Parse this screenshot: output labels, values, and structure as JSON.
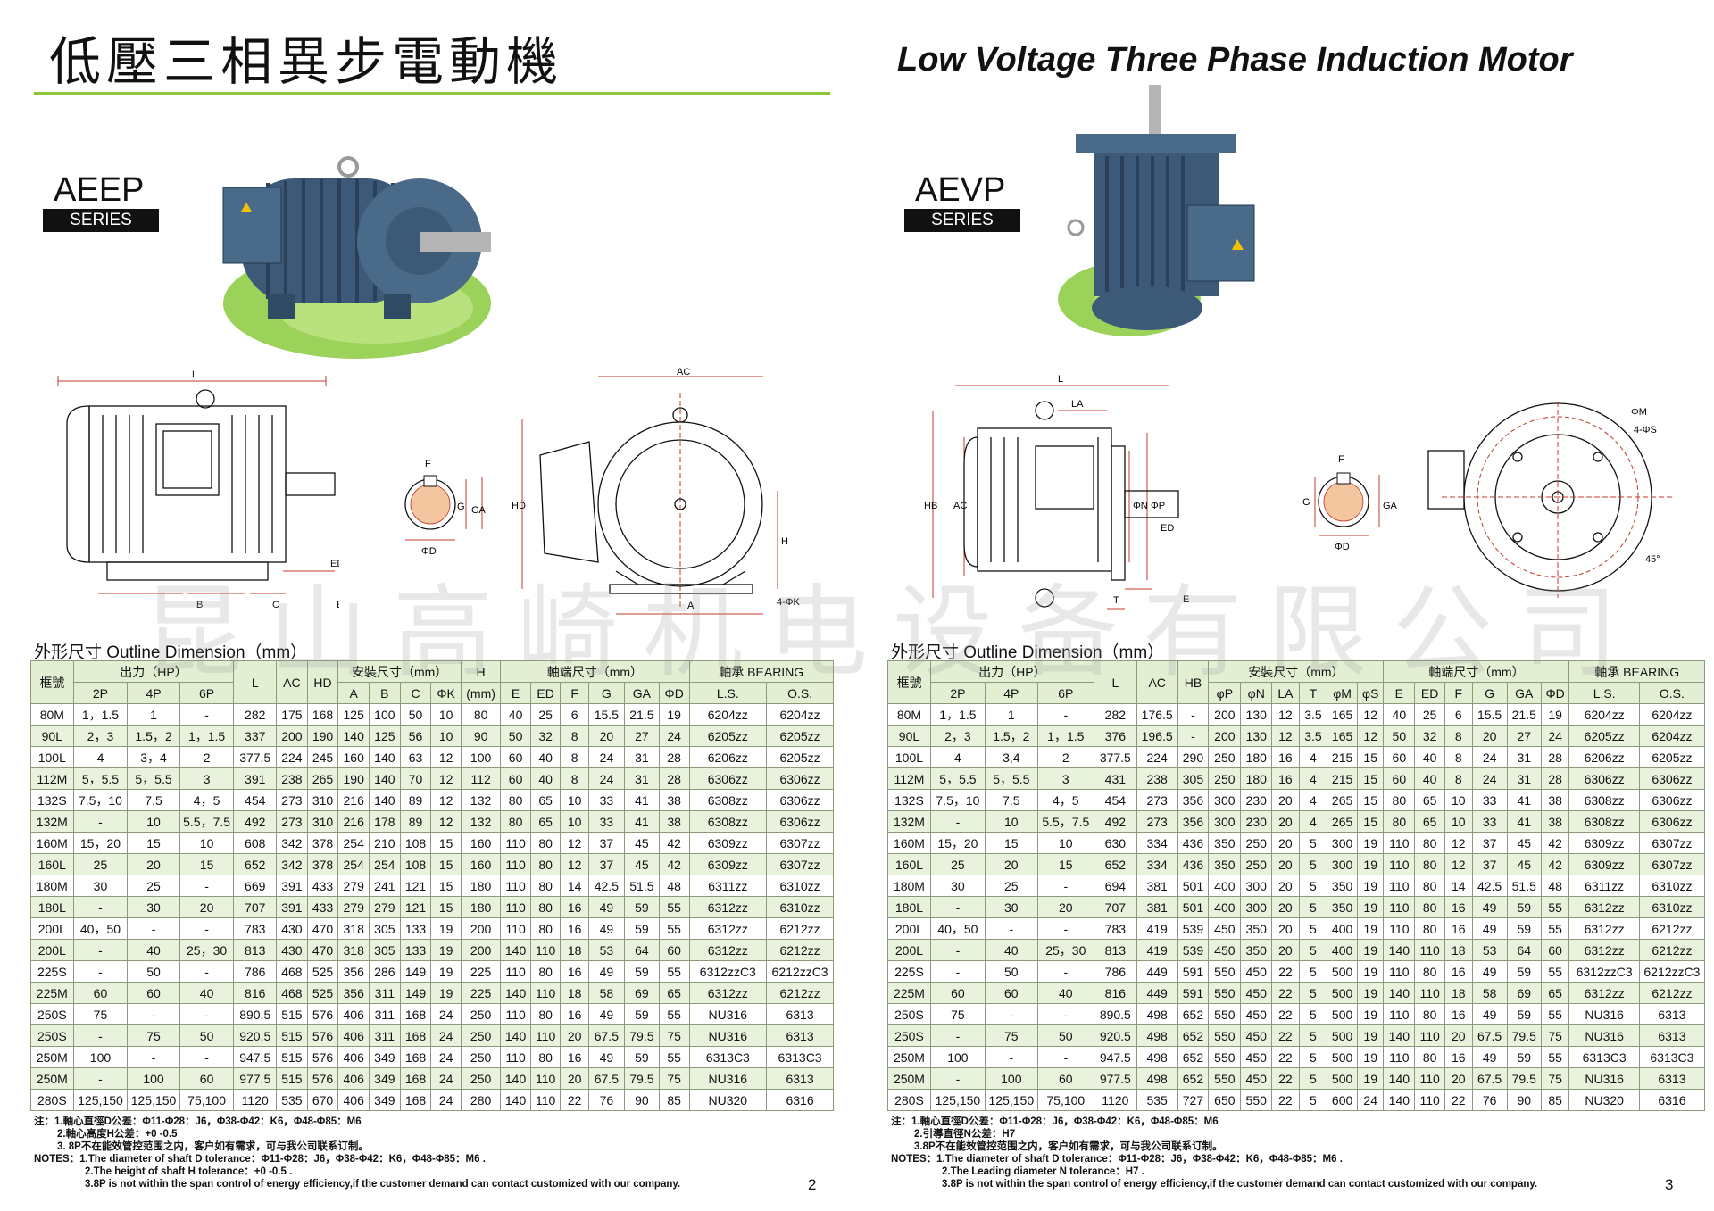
{
  "left": {
    "title": "低壓三相異步電動機",
    "series": {
      "name": "AEEP",
      "tag": "SERIES"
    },
    "dims": {
      "L": "L",
      "AC": "AC",
      "HD": "HD",
      "H": "H",
      "B": "B",
      "C": "C",
      "E": "E",
      "A": "A",
      "F": "F",
      "G": "G",
      "GA": "GA",
      "D": "ΦD",
      "ED": "ED",
      "K": "4-ΦK"
    },
    "outline_caption": "外形尺寸  Outline Dimension（mm）",
    "headers": {
      "frame": "框號",
      "output": "出力（HP）",
      "p2": "2P",
      "p4": "4P",
      "p6": "6P",
      "L": "L",
      "AC": "AC",
      "HD": "HD",
      "install": "安裝尺寸（mm）",
      "A": "A",
      "B": "B",
      "C": "C",
      "K": "ΦK",
      "H": "H",
      "H_unit": "(mm)",
      "shaft": "軸端尺寸（mm）",
      "E": "E",
      "ED": "ED",
      "F": "F",
      "G": "G",
      "GA": "GA",
      "D": "ΦD",
      "bearing": "軸承 BEARING",
      "LS": "L.S.",
      "OS": "O.S."
    },
    "rows": [
      [
        "80M",
        "1，1.5",
        "1",
        "-",
        "282",
        "175",
        "168",
        "125",
        "100",
        "50",
        "10",
        "80",
        "40",
        "25",
        "6",
        "15.5",
        "21.5",
        "19",
        "6204zz",
        "6204zz"
      ],
      [
        "90L",
        "2，3",
        "1.5，2",
        "1，1.5",
        "337",
        "200",
        "190",
        "140",
        "125",
        "56",
        "10",
        "90",
        "50",
        "32",
        "8",
        "20",
        "27",
        "24",
        "6205zz",
        "6205zz"
      ],
      [
        "100L",
        "4",
        "3，4",
        "2",
        "377.5",
        "224",
        "245",
        "160",
        "140",
        "63",
        "12",
        "100",
        "60",
        "40",
        "8",
        "24",
        "31",
        "28",
        "6206zz",
        "6205zz"
      ],
      [
        "112M",
        "5，5.5",
        "5，5.5",
        "3",
        "391",
        "238",
        "265",
        "190",
        "140",
        "70",
        "12",
        "112",
        "60",
        "40",
        "8",
        "24",
        "31",
        "28",
        "6306zz",
        "6306zz"
      ],
      [
        "132S",
        "7.5，10",
        "7.5",
        "4，5",
        "454",
        "273",
        "310",
        "216",
        "140",
        "89",
        "12",
        "132",
        "80",
        "65",
        "10",
        "33",
        "41",
        "38",
        "6308zz",
        "6306zz"
      ],
      [
        "132M",
        "-",
        "10",
        "5.5，7.5",
        "492",
        "273",
        "310",
        "216",
        "178",
        "89",
        "12",
        "132",
        "80",
        "65",
        "10",
        "33",
        "41",
        "38",
        "6308zz",
        "6306zz"
      ],
      [
        "160M",
        "15，20",
        "15",
        "10",
        "608",
        "342",
        "378",
        "254",
        "210",
        "108",
        "15",
        "160",
        "110",
        "80",
        "12",
        "37",
        "45",
        "42",
        "6309zz",
        "6307zz"
      ],
      [
        "160L",
        "25",
        "20",
        "15",
        "652",
        "342",
        "378",
        "254",
        "254",
        "108",
        "15",
        "160",
        "110",
        "80",
        "12",
        "37",
        "45",
        "42",
        "6309zz",
        "6307zz"
      ],
      [
        "180M",
        "30",
        "25",
        "-",
        "669",
        "391",
        "433",
        "279",
        "241",
        "121",
        "15",
        "180",
        "110",
        "80",
        "14",
        "42.5",
        "51.5",
        "48",
        "6311zz",
        "6310zz"
      ],
      [
        "180L",
        "-",
        "30",
        "20",
        "707",
        "391",
        "433",
        "279",
        "279",
        "121",
        "15",
        "180",
        "110",
        "80",
        "16",
        "49",
        "59",
        "55",
        "6312zz",
        "6310zz"
      ],
      [
        "200L",
        "40，50",
        "-",
        "-",
        "783",
        "430",
        "470",
        "318",
        "305",
        "133",
        "19",
        "200",
        "110",
        "80",
        "16",
        "49",
        "59",
        "55",
        "6312zz",
        "6212zz"
      ],
      [
        "200L",
        "-",
        "40",
        "25，30",
        "813",
        "430",
        "470",
        "318",
        "305",
        "133",
        "19",
        "200",
        "140",
        "110",
        "18",
        "53",
        "64",
        "60",
        "6312zz",
        "6212zz"
      ],
      [
        "225S",
        "-",
        "50",
        "-",
        "786",
        "468",
        "525",
        "356",
        "286",
        "149",
        "19",
        "225",
        "110",
        "80",
        "16",
        "49",
        "59",
        "55",
        "6312zzC3",
        "6212zzC3"
      ],
      [
        "225M",
        "60",
        "60",
        "40",
        "816",
        "468",
        "525",
        "356",
        "311",
        "149",
        "19",
        "225",
        "140",
        "110",
        "18",
        "58",
        "69",
        "65",
        "6312zz",
        "6212zz"
      ],
      [
        "250S",
        "75",
        "-",
        "-",
        "890.5",
        "515",
        "576",
        "406",
        "311",
        "168",
        "24",
        "250",
        "110",
        "80",
        "16",
        "49",
        "59",
        "55",
        "NU316",
        "6313"
      ],
      [
        "250S",
        "-",
        "75",
        "50",
        "920.5",
        "515",
        "576",
        "406",
        "311",
        "168",
        "24",
        "250",
        "140",
        "110",
        "20",
        "67.5",
        "79.5",
        "75",
        "NU316",
        "6313"
      ],
      [
        "250M",
        "100",
        "-",
        "-",
        "947.5",
        "515",
        "576",
        "406",
        "349",
        "168",
        "24",
        "250",
        "110",
        "80",
        "16",
        "49",
        "59",
        "55",
        "6313C3",
        "6313C3"
      ],
      [
        "250M",
        "-",
        "100",
        "60",
        "977.5",
        "515",
        "576",
        "406",
        "349",
        "168",
        "24",
        "250",
        "140",
        "110",
        "20",
        "67.5",
        "79.5",
        "75",
        "NU316",
        "6313"
      ],
      [
        "280S",
        "125,150",
        "125,150",
        "75,100",
        "1120",
        "535",
        "670",
        "406",
        "349",
        "168",
        "24",
        "280",
        "140",
        "110",
        "22",
        "76",
        "90",
        "85",
        "NU320",
        "6316"
      ]
    ],
    "notes": [
      "注：1.軸心直徑D公差：Φ11-Φ28：J6，Φ38-Φ42：K6，Φ48-Φ85：M6",
      "2.軸心高度H公差：+0 -0.5",
      "3. 8P不在能效管控范围之内，客户如有需求，可与我公司联系订制。",
      "NOTES：1.The diameter of shaft D tolerance：Φ11-Φ28：J6，Φ38-Φ42：K6，Φ48-Φ85：M6 .",
      "2.The height of shaft H tolerance：+0 -0.5 .",
      "3.8P is not within the span control of energy efficiency,if the customer demand can contact customized with our company."
    ],
    "page_number": "2"
  },
  "right": {
    "title": "Low Voltage Three Phase Induction Motor",
    "series": {
      "name": "AEVP",
      "tag": "SERIES"
    },
    "dims": {
      "L": "L",
      "LA": "LA",
      "HB": "HB",
      "AC": "AC",
      "N": "ΦN",
      "P": "ΦP",
      "ED": "ED",
      "E": "E",
      "T": "T",
      "F": "F",
      "G": "G",
      "GA": "GA",
      "D": "ΦD",
      "M": "ΦM",
      "S": "4-ΦS",
      "angle": "45°"
    },
    "outline_caption": "外形尺寸  Outline Dimension（mm）",
    "headers": {
      "frame": "框號",
      "output": "出力（HP）",
      "p2": "2P",
      "p4": "4P",
      "p6": "6P",
      "L": "L",
      "AC": "AC",
      "HB": "HB",
      "install": "安裝尺寸（mm）",
      "P": "φP",
      "N": "φN",
      "LA": "LA",
      "T": "T",
      "M": "φM",
      "S": "φS",
      "shaft": "軸端尺寸（mm）",
      "E": "E",
      "ED": "ED",
      "F": "F",
      "G": "G",
      "GA": "GA",
      "D": "ΦD",
      "bearing": "軸承 BEARING",
      "LS": "L.S.",
      "OS": "O.S."
    },
    "rows": [
      [
        "80M",
        "1，1.5",
        "1",
        "-",
        "282",
        "176.5",
        "-",
        "200",
        "130",
        "12",
        "3.5",
        "165",
        "12",
        "40",
        "25",
        "6",
        "15.5",
        "21.5",
        "19",
        "6204zz",
        "6204zz"
      ],
      [
        "90L",
        "2，3",
        "1.5，2",
        "1，1.5",
        "376",
        "196.5",
        "-",
        "200",
        "130",
        "12",
        "3.5",
        "165",
        "12",
        "50",
        "32",
        "8",
        "20",
        "27",
        "24",
        "6205zz",
        "6204zz"
      ],
      [
        "100L",
        "4",
        "3,4",
        "2",
        "377.5",
        "224",
        "290",
        "250",
        "180",
        "16",
        "4",
        "215",
        "15",
        "60",
        "40",
        "8",
        "24",
        "31",
        "28",
        "6206zz",
        "6205zz"
      ],
      [
        "112M",
        "5，5.5",
        "5，5.5",
        "3",
        "431",
        "238",
        "305",
        "250",
        "180",
        "16",
        "4",
        "215",
        "15",
        "60",
        "40",
        "8",
        "24",
        "31",
        "28",
        "6306zz",
        "6306zz"
      ],
      [
        "132S",
        "7.5，10",
        "7.5",
        "4，5",
        "454",
        "273",
        "356",
        "300",
        "230",
        "20",
        "4",
        "265",
        "15",
        "80",
        "65",
        "10",
        "33",
        "41",
        "38",
        "6308zz",
        "6306zz"
      ],
      [
        "132M",
        "-",
        "10",
        "5.5，7.5",
        "492",
        "273",
        "356",
        "300",
        "230",
        "20",
        "4",
        "265",
        "15",
        "80",
        "65",
        "10",
        "33",
        "41",
        "38",
        "6308zz",
        "6306zz"
      ],
      [
        "160M",
        "15，20",
        "15",
        "10",
        "630",
        "334",
        "436",
        "350",
        "250",
        "20",
        "5",
        "300",
        "19",
        "110",
        "80",
        "12",
        "37",
        "45",
        "42",
        "6309zz",
        "6307zz"
      ],
      [
        "160L",
        "25",
        "20",
        "15",
        "652",
        "334",
        "436",
        "350",
        "250",
        "20",
        "5",
        "300",
        "19",
        "110",
        "80",
        "12",
        "37",
        "45",
        "42",
        "6309zz",
        "6307zz"
      ],
      [
        "180M",
        "30",
        "25",
        "-",
        "694",
        "381",
        "501",
        "400",
        "300",
        "20",
        "5",
        "350",
        "19",
        "110",
        "80",
        "14",
        "42.5",
        "51.5",
        "48",
        "6311zz",
        "6310zz"
      ],
      [
        "180L",
        "-",
        "30",
        "20",
        "707",
        "381",
        "501",
        "400",
        "300",
        "20",
        "5",
        "350",
        "19",
        "110",
        "80",
        "16",
        "49",
        "59",
        "55",
        "6312zz",
        "6310zz"
      ],
      [
        "200L",
        "40，50",
        "-",
        "-",
        "783",
        "419",
        "539",
        "450",
        "350",
        "20",
        "5",
        "400",
        "19",
        "110",
        "80",
        "16",
        "49",
        "59",
        "55",
        "6312zz",
        "6212zz"
      ],
      [
        "200L",
        "-",
        "40",
        "25，30",
        "813",
        "419",
        "539",
        "450",
        "350",
        "20",
        "5",
        "400",
        "19",
        "140",
        "110",
        "18",
        "53",
        "64",
        "60",
        "6312zz",
        "6212zz"
      ],
      [
        "225S",
        "-",
        "50",
        "-",
        "786",
        "449",
        "591",
        "550",
        "450",
        "22",
        "5",
        "500",
        "19",
        "110",
        "80",
        "16",
        "49",
        "59",
        "55",
        "6312zzC3",
        "6212zzC3"
      ],
      [
        "225M",
        "60",
        "60",
        "40",
        "816",
        "449",
        "591",
        "550",
        "450",
        "22",
        "5",
        "500",
        "19",
        "140",
        "110",
        "18",
        "58",
        "69",
        "65",
        "6312zz",
        "6212zz"
      ],
      [
        "250S",
        "75",
        "-",
        "-",
        "890.5",
        "498",
        "652",
        "550",
        "450",
        "22",
        "5",
        "500",
        "19",
        "110",
        "80",
        "16",
        "49",
        "59",
        "55",
        "NU316",
        "6313"
      ],
      [
        "250S",
        "-",
        "75",
        "50",
        "920.5",
        "498",
        "652",
        "550",
        "450",
        "22",
        "5",
        "500",
        "19",
        "140",
        "110",
        "20",
        "67.5",
        "79.5",
        "75",
        "NU316",
        "6313"
      ],
      [
        "250M",
        "100",
        "-",
        "-",
        "947.5",
        "498",
        "652",
        "550",
        "450",
        "22",
        "5",
        "500",
        "19",
        "110",
        "80",
        "16",
        "49",
        "59",
        "55",
        "6313C3",
        "6313C3"
      ],
      [
        "250M",
        "-",
        "100",
        "60",
        "977.5",
        "498",
        "652",
        "550",
        "450",
        "22",
        "5",
        "500",
        "19",
        "140",
        "110",
        "20",
        "67.5",
        "79.5",
        "75",
        "NU316",
        "6313"
      ],
      [
        "280S",
        "125,150",
        "125,150",
        "75,100",
        "1120",
        "535",
        "727",
        "650",
        "550",
        "22",
        "5",
        "600",
        "24",
        "140",
        "110",
        "22",
        "76",
        "90",
        "85",
        "NU320",
        "6316"
      ]
    ],
    "notes": [
      "注：1.軸心直徑D公差：Φ11-Φ28：J6，Φ38-Φ42：K6，Φ48-Φ85：M6",
      "2.引導直徑N公差：H7",
      "3.8P不在能效管控范围之内，客户如有需求，可与我公司联系订制。",
      "NOTES：1.The diameter of shaft D tolerance：Φ11-Φ28：J6，Φ38-Φ42：K6，Φ48-Φ85：M6 .",
      "2.The Leading diameter N tolerance：H7 .",
      "3.8P is not within the span control of energy efficiency,if the customer demand can contact customized with our company."
    ],
    "page_number": "3"
  },
  "watermark": "昆山高崎机电设备有限公司",
  "colors": {
    "accent_green": "#8cc63f",
    "row_green": "#e8f2dc",
    "motor_blue": "#3c5a78",
    "dim_red": "#c0392b"
  }
}
